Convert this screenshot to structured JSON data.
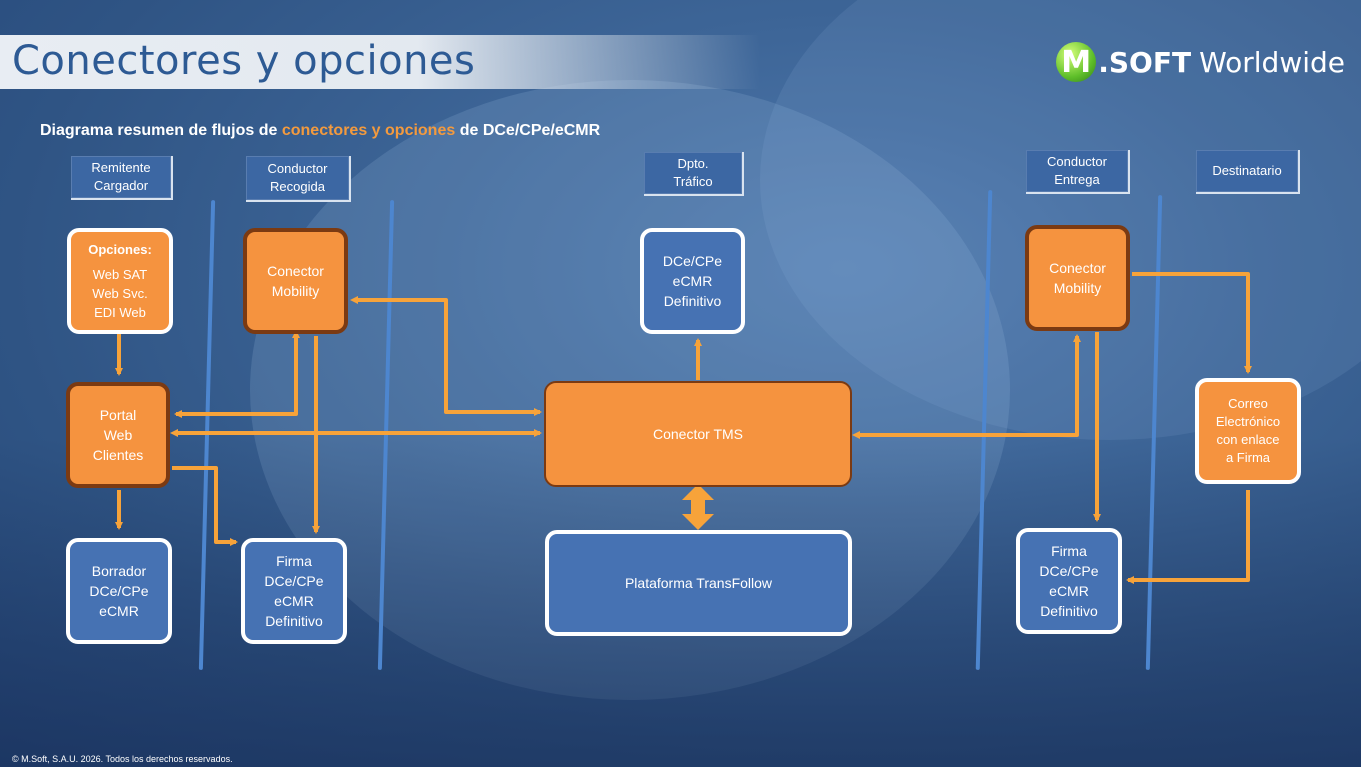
{
  "header": {
    "title": "Conectores y opciones",
    "logo_m": "M",
    "logo_soft": ".SOFT",
    "logo_worldwide": "Worldwide"
  },
  "subtitle": {
    "part1": "Diagrama resumen de flujos de ",
    "highlight": "conectores y opciones",
    "part2": " de DCe/CPe/eCMR"
  },
  "lanes": {
    "remitente": "Remitente\nCargador",
    "conductor_recogida": "Conductor\nRecogida",
    "dpto_trafico": "Dpto.\nTráfico",
    "conductor_entrega": "Conductor\nEntrega",
    "destinatario": "Destinatario"
  },
  "nodes": {
    "opciones_title": "Opciones:",
    "opciones_items": "Web SAT\nWeb Svc.\nEDI Web",
    "portal": "Portal\nWeb\nClientes",
    "borrador": "Borrador\nDCe/CPe\neCMR",
    "conector_mobility_left": "Conector\nMobility",
    "firma_left": "Firma\nDCe/CPe\neCMR\nDefinitivo",
    "dce_definitivo": "DCe/CPe\neCMR\nDefinitivo",
    "conector_tms": "Conector TMS",
    "plataforma": "Plataforma TransFollow",
    "conector_mobility_right": "Conector\nMobility",
    "firma_right": "Firma\nDCe/CPe\neCMR\nDefinitivo",
    "correo": "Correo\nElectrónico\ncon enlace\na Firma"
  },
  "colors": {
    "orange": "#f5933f",
    "blue": "#4672b3",
    "arrow": "#f7a33a",
    "title": "#2d5a94"
  },
  "footer": "© M.Soft, S.A.U. 2026. Todos los derechos reservados."
}
